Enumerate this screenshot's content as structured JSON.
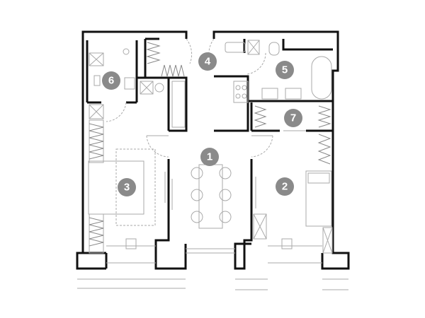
{
  "plan": {
    "rooms": [
      {
        "id": "1",
        "label": "1"
      },
      {
        "id": "2",
        "label": "2"
      },
      {
        "id": "3",
        "label": "3"
      },
      {
        "id": "4",
        "label": "4"
      },
      {
        "id": "5",
        "label": "5"
      },
      {
        "id": "6",
        "label": "6"
      },
      {
        "id": "7",
        "label": "7"
      }
    ],
    "colors": {
      "wall": "#111111",
      "badge": "#8a8a8a",
      "furniture": "#aaaaaa"
    }
  }
}
